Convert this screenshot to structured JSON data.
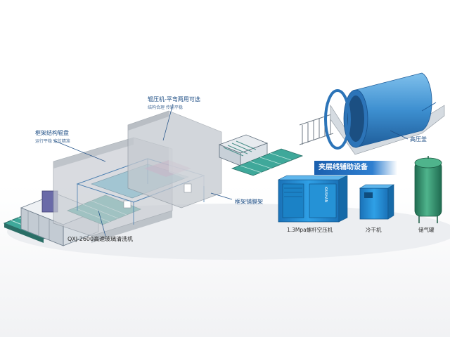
{
  "labels": {
    "press_machine": {
      "title": "辊压机-平弯两用可选",
      "sub": "结构合理  传输平稳"
    },
    "frame_heating": {
      "title": "框架结构辊盘",
      "sub": "运行平稳  定位精准"
    },
    "frame_layup": "框架铺膜架",
    "autoclave": "高压釜",
    "washer": "QXJ-2600高速玻璃清洗机"
  },
  "aux": {
    "banner": "夹层线辅助设备",
    "compressor": "1.3Mpa螺杆空压机",
    "compressor_brand": "KAISHAN",
    "dryer": "冷干机",
    "tank": "储气罐"
  },
  "colors": {
    "enclosure": "#c9cdd3",
    "conveyor": "#3fa89a",
    "autoclave": "#3d8fd0",
    "equipment_blue": "#1e8fd6",
    "tank_green": "#2f8f6c",
    "label_blue": "#1f4f86"
  }
}
